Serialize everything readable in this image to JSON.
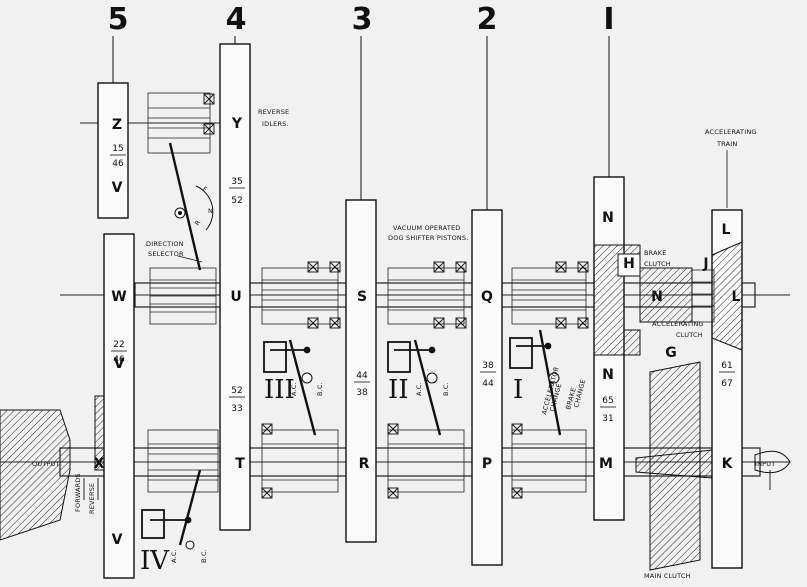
{
  "shafts": [
    {
      "id": "shaft-5",
      "label": "5"
    },
    {
      "id": "shaft-4",
      "label": "4"
    },
    {
      "id": "shaft-3",
      "label": "3"
    },
    {
      "id": "shaft-2",
      "label": "2"
    },
    {
      "id": "shaft-1",
      "label": "I"
    }
  ],
  "gears": {
    "Z": "Z",
    "Y": "Y",
    "V_top": "V",
    "W": "W",
    "U": "U",
    "S": "S",
    "Q": "Q",
    "N_top": "N",
    "H": "H",
    "N_mid": "N",
    "J": "J",
    "L_top": "L",
    "L_mid": "L",
    "V_mid": "V",
    "N_low": "N",
    "G": "G",
    "X": "X",
    "T": "T",
    "R": "R",
    "P": "P",
    "M": "M",
    "K": "K",
    "V_low": "V"
  },
  "ratios": {
    "zv": {
      "num": "15",
      "den": "46"
    },
    "yu": {
      "num": "35",
      "den": "52"
    },
    "wv": {
      "num": "22",
      "den": "46"
    },
    "ut": {
      "num": "52",
      "den": "33"
    },
    "sr": {
      "num": "44",
      "den": "38"
    },
    "qp": {
      "num": "38",
      "den": "44"
    },
    "nm": {
      "num": "65",
      "den": "31"
    },
    "lk": {
      "num": "61",
      "den": "67"
    }
  },
  "labels": {
    "reverse_idlers_1": "REVERSE",
    "reverse_idlers_2": "IDLERS.",
    "accelerating_train_1": "ACCELERATING",
    "accelerating_train_2": "TRAIN",
    "vacuum_1": "VACUUM OPERATED",
    "vacuum_2": "DOG SHIFTER PISTONS.",
    "direction_selector_1": "DIRECTION",
    "direction_selector_2": "SELECTOR",
    "brake_clutch_1": "BRAKE",
    "brake_clutch_2": "CLUTCH",
    "accelerating_clutch_1": "ACCELERATING",
    "accelerating_clutch_2": "CLUTCH",
    "main_clutch": "MAIN CLUTCH",
    "output": "OUTPUT",
    "input": "INPUT",
    "forwards": "FORWARDS",
    "reverse": "REVERSE",
    "selector_f": "F",
    "selector_n": "N",
    "selector_r": "R",
    "ac": "A.C.",
    "bc": "B.C.",
    "accelerator_change_1": "ACCELERATOR",
    "accelerator_change_2": "CHANGE",
    "brake_change_1": "BRAKE",
    "brake_change_2": "CHANGE"
  },
  "pistons": [
    {
      "id": "piston-iii",
      "numeral": "III"
    },
    {
      "id": "piston-ii",
      "numeral": "II"
    },
    {
      "id": "piston-i",
      "numeral": "I"
    },
    {
      "id": "piston-iv",
      "numeral": "IV"
    }
  ],
  "colors": {
    "ink": "#111111",
    "paper": "#f1f1f1"
  }
}
